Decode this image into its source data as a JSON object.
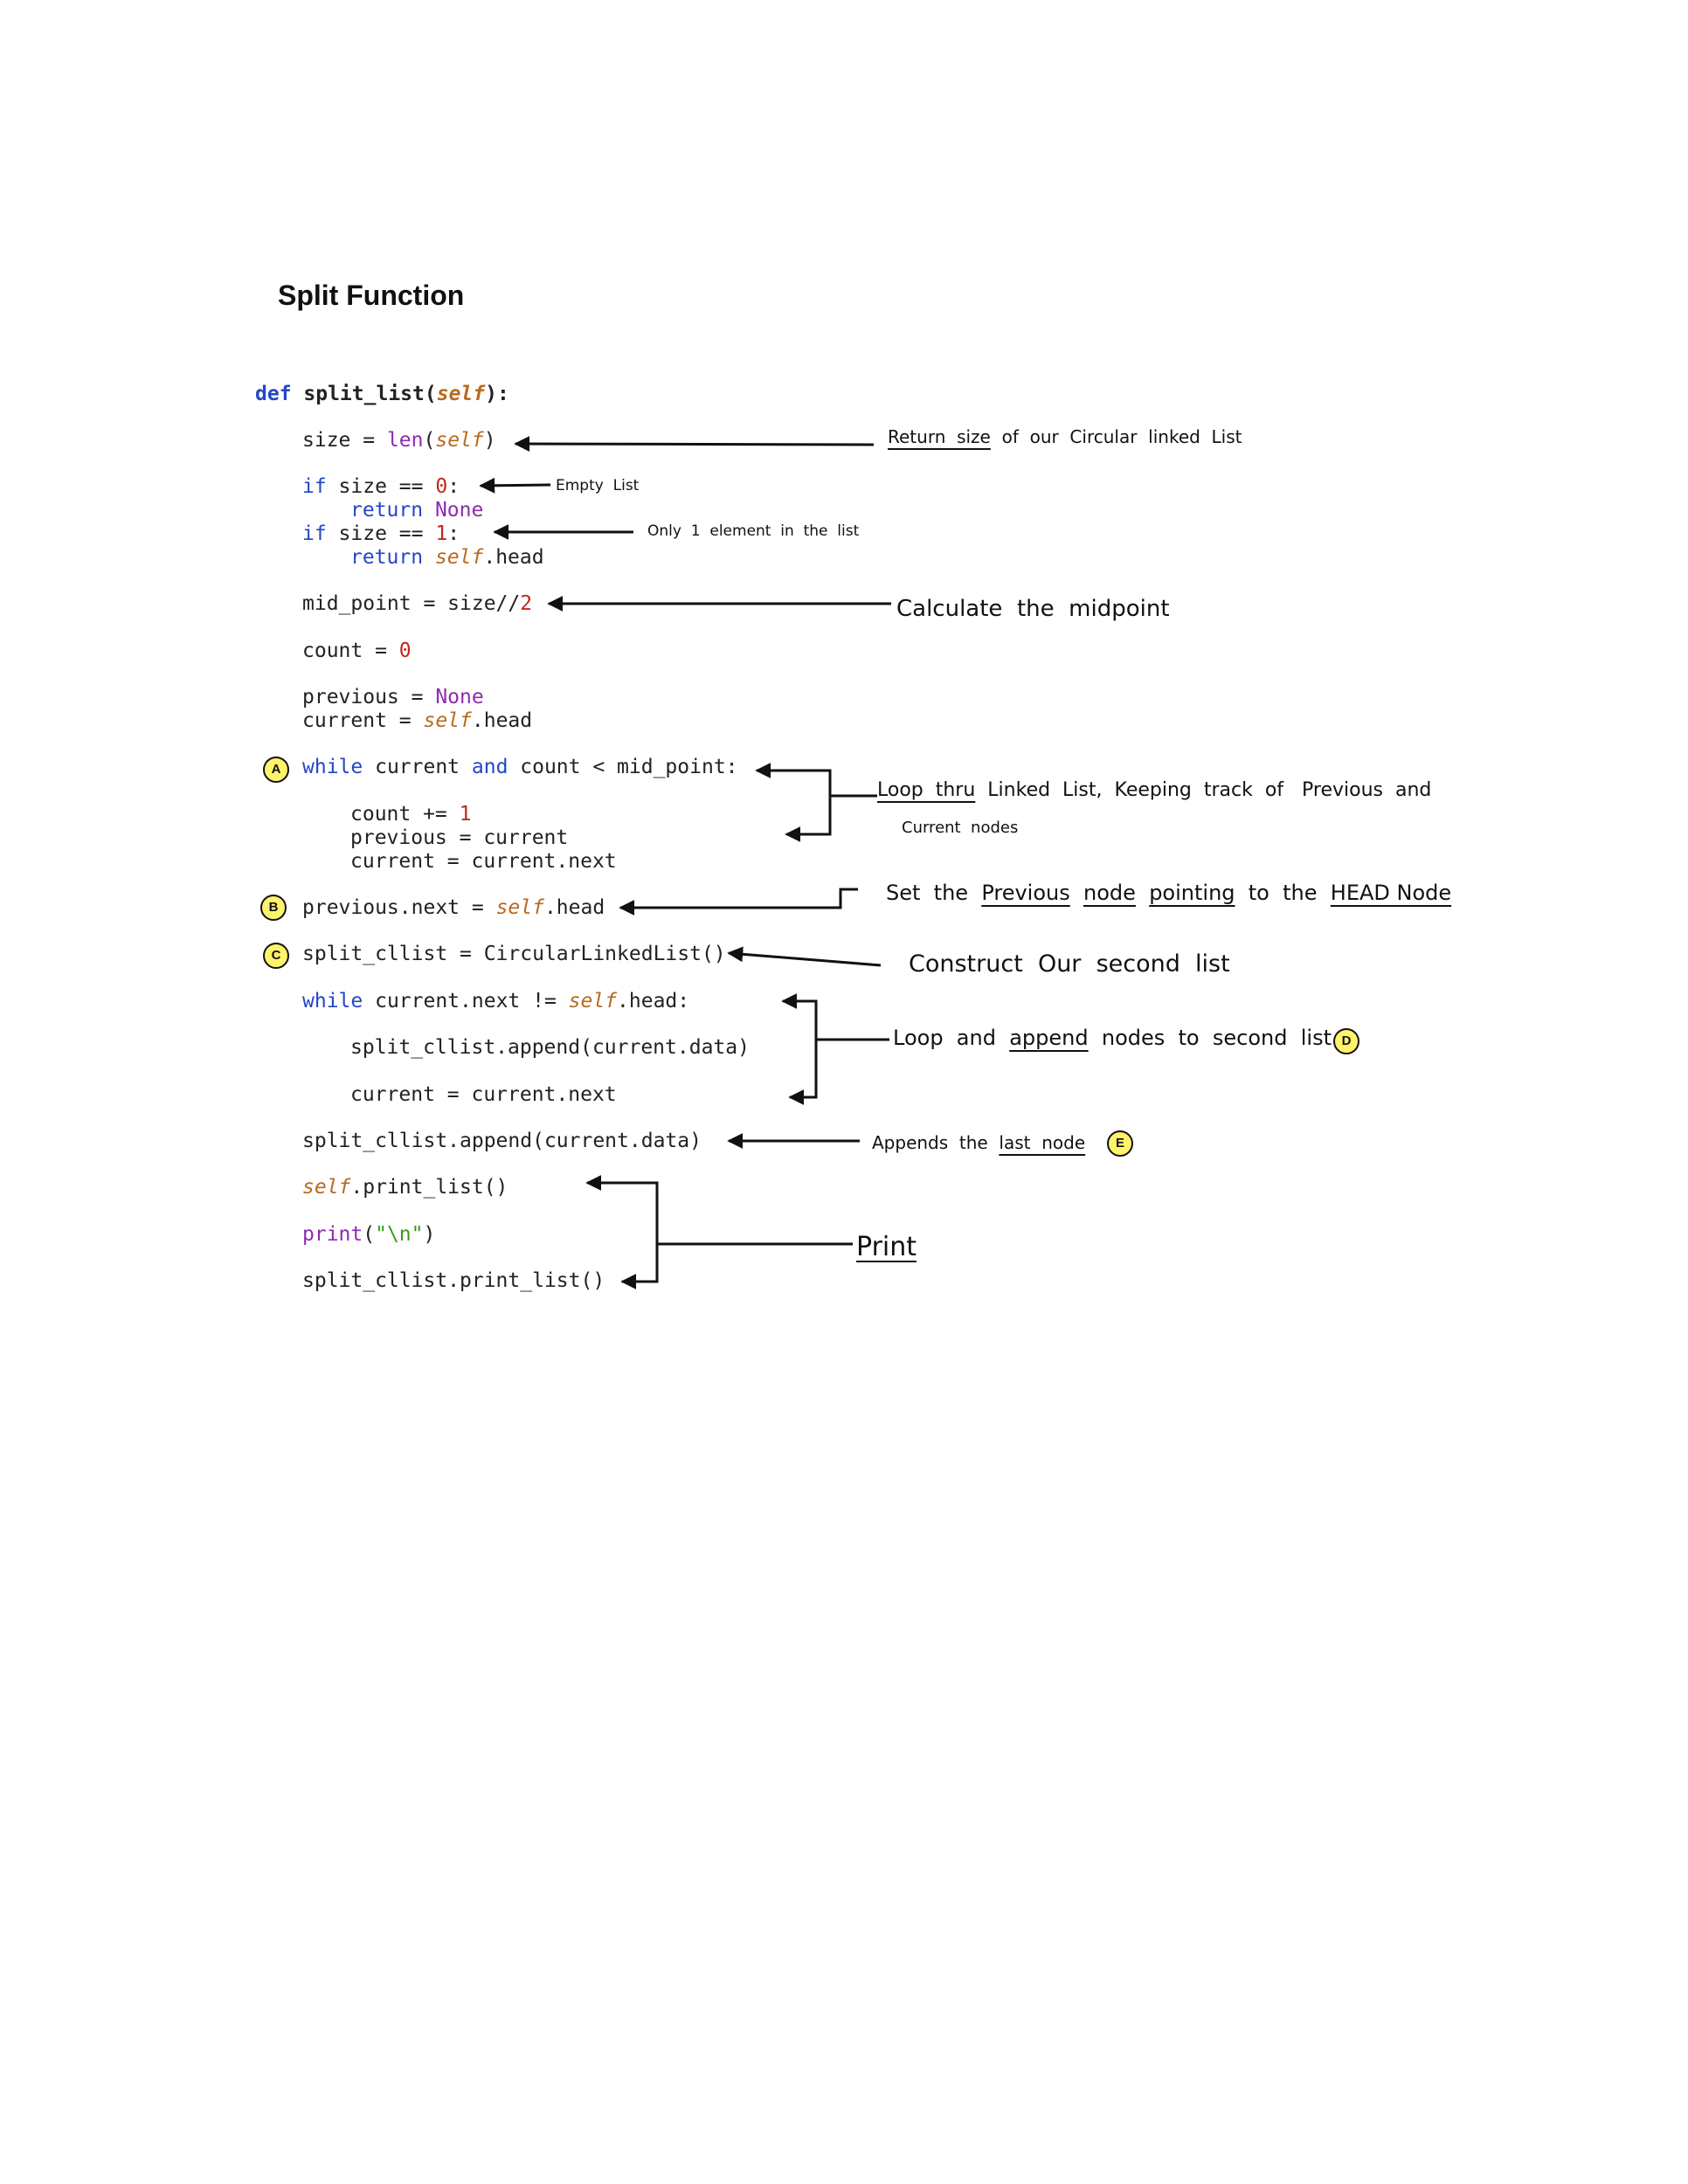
{
  "title": "Split Function",
  "code": {
    "l1_def": "def",
    "l1_name": " split_list(",
    "l1_self": "self",
    "l1_end": "):",
    "l2_a": "size = ",
    "l2_len": "len",
    "l2_b": "(",
    "l2_self": "self",
    "l2_c": ")",
    "l3_if": "if",
    "l3_a": " size == ",
    "l3_num": "0",
    "l3_b": ":",
    "l4_return": "return",
    "l4_none": " None",
    "l5_if": "if",
    "l5_a": " size == ",
    "l5_num": "1",
    "l5_b": ":",
    "l6_return": "return",
    "l6_self": " self",
    "l6_a": ".head",
    "l7_a": "mid_point = size//",
    "l7_num": "2",
    "l8_a": "count = ",
    "l8_num": "0",
    "l9_a": "previous = ",
    "l9_none": "None",
    "l10_a": "current = ",
    "l10_self": "self",
    "l10_b": ".head",
    "l11_while": "while",
    "l11_a": " current ",
    "l11_and": "and",
    "l11_b": " count < mid_point:",
    "l12_a": "count += ",
    "l12_num": "1",
    "l13": "previous = current",
    "l14": "current = current.next",
    "l15_a": "previous.next = ",
    "l15_self": "self",
    "l15_b": ".head",
    "l16": "split_cllist = CircularLinkedList()",
    "l17_while": "while",
    "l17_a": " current.next != ",
    "l17_self": "self",
    "l17_b": ".head:",
    "l18": "split_cllist.append(current.data)",
    "l19": "current = current.next",
    "l20": "split_cllist.append(current.data)",
    "l21_self": "self",
    "l21_a": ".print_list()",
    "l22_print": "print",
    "l22_a": "(",
    "l22_str": "\"\\n\"",
    "l22_b": ")",
    "l23": "split_cllist.print_list()"
  },
  "annotations": {
    "return_size_u": "Return  size",
    "return_size_rest": "  of  our  Circular  linked  List",
    "empty_list": "Empty  List",
    "only_one": "Only  1  element  in  the  list",
    "midpoint": "Calculate  the  midpoint",
    "loop1_u": "Loop  thru",
    "loop1_rest": "  Linked  List,  Keeping  track  of   Previous  and",
    "loop1_line2": "Current  nodes",
    "set_prev_a": "Set  the  ",
    "set_prev_u1": "Previous",
    "set_prev_b": "  ",
    "set_prev_u2": "node",
    "set_prev_c": "  ",
    "set_prev_u3": "pointing",
    "set_prev_d": "  to  the  ",
    "set_prev_u4": "HEAD Node",
    "construct": "Construct  Our  second  list",
    "loop2_a": "Loop  and  ",
    "loop2_u": "append",
    "loop2_b": "  nodes  to  second  list",
    "appends_a": "Appends  the  ",
    "appends_u": "last  node",
    "print": "Print"
  },
  "badges": {
    "a": "A",
    "b": "B",
    "c": "C",
    "d": "D",
    "e": "E"
  },
  "colors": {
    "keyword": "#2446c8",
    "builtin": "#8e2bb0",
    "number": "#c0281c",
    "self": "#b76a1e",
    "string": "#3a9a18",
    "badge": "#fff36b"
  }
}
